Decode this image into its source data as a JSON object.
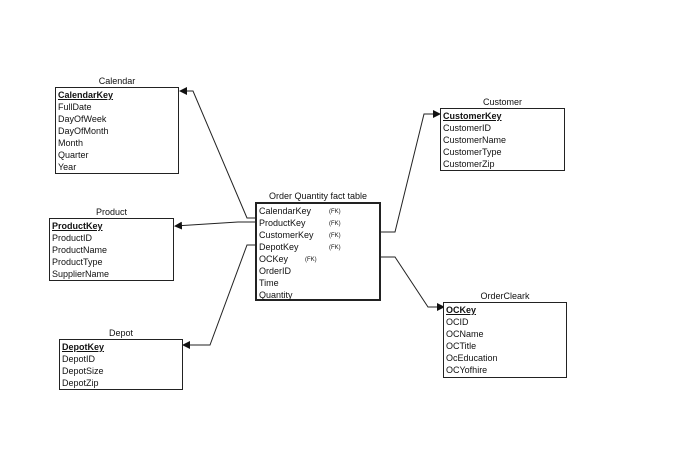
{
  "entities": {
    "calendar": {
      "title": "Calendar",
      "pk": "CalendarKey",
      "attributes": [
        "FullDate",
        "DayOfWeek",
        "DayOfMonth",
        "Month",
        "Quarter",
        "Year"
      ]
    },
    "product": {
      "title": "Product",
      "pk": "ProductKey",
      "attributes": [
        "ProductID",
        "ProductName",
        "ProductType",
        "SupplierName"
      ]
    },
    "depot": {
      "title": "Depot",
      "pk": "DepotKey",
      "attributes": [
        "DepotID",
        "DepotSize",
        "DepotZip"
      ]
    },
    "customer": {
      "title": "Customer",
      "pk": "CustomerKey",
      "attributes": [
        "CustomerID",
        "CustomerName",
        "CustomerType",
        "CustomerZip"
      ]
    },
    "ordercleark": {
      "title": "OrderCleark",
      "pk": "OCKey",
      "attributes": [
        "OCID",
        "OCName",
        "OCTitle",
        "OcEducation",
        "OCYofhire"
      ]
    },
    "fact": {
      "title": "Order Quantity fact table",
      "fk_marker": "(FK)",
      "fk_attributes": [
        "CalendarKey",
        "ProductKey",
        "CustomerKey",
        "DepotKey",
        "OCKey"
      ],
      "attributes": [
        "OrderID",
        "Time",
        "Quantity"
      ]
    }
  }
}
